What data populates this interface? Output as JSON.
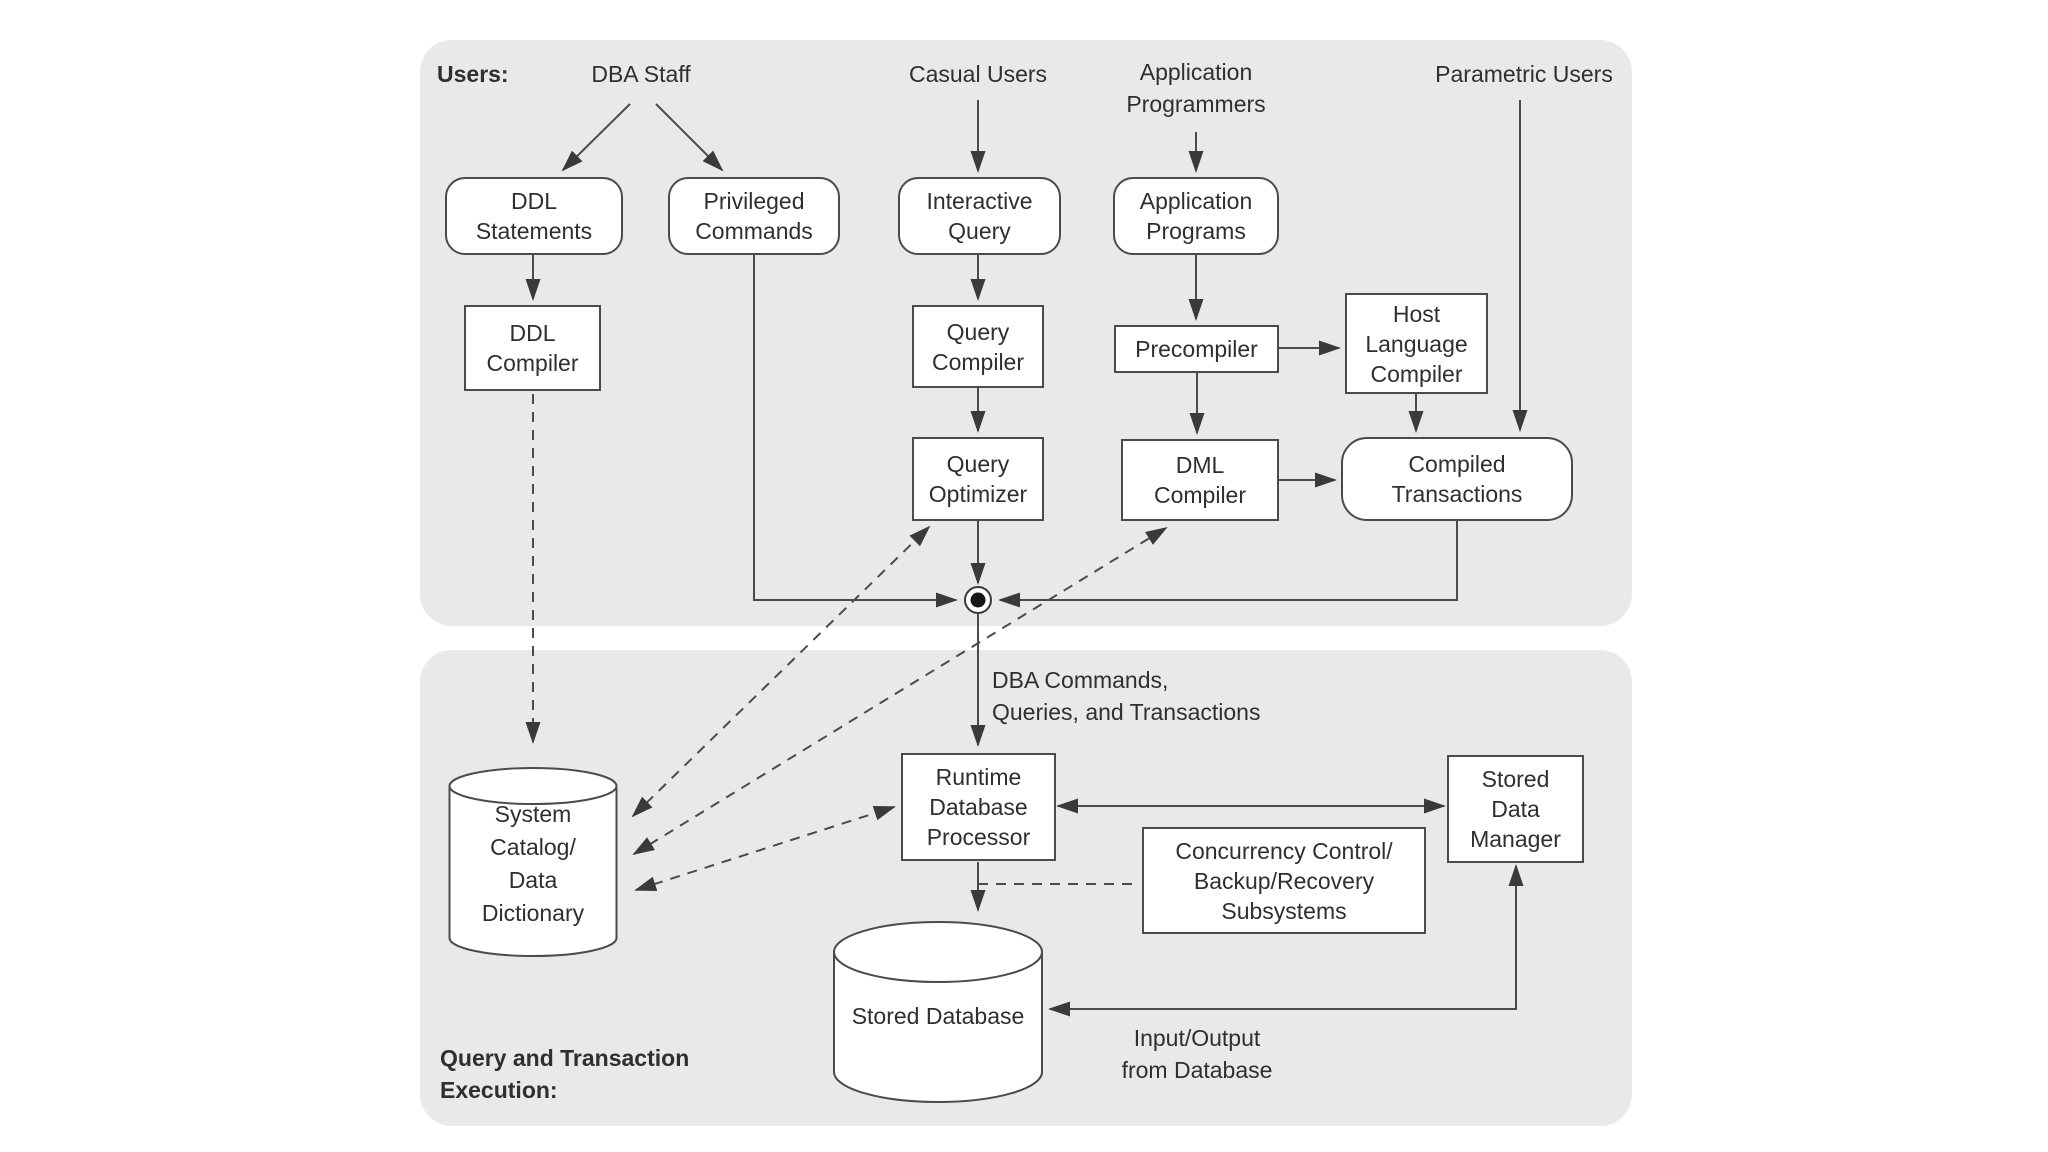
{
  "colors": {
    "panel_bg": "#e9e9e7",
    "box_fill": "#ffffff",
    "stroke": "#4b4b4b",
    "text": "#2f2f2f"
  },
  "labels": {
    "users": "Users:",
    "dba_staff": "DBA Staff",
    "casual_users": "Casual Users",
    "application_programmers": "Application\nProgrammers",
    "parametric_users": "Parametric Users",
    "dba_commands": "DBA Commands,\nQueries, and Transactions",
    "query_transaction_execution": "Query and Transaction\nExecution:",
    "input_output": "Input/Output\nfrom Database"
  },
  "nodes": {
    "ddl_statements": "DDL\nStatements",
    "privileged_commands": "Privileged\nCommands",
    "interactive_query": "Interactive\nQuery",
    "application_programs": "Application\nPrograms",
    "ddl_compiler": "DDL\nCompiler",
    "query_compiler": "Query\nCompiler",
    "precompiler": "Precompiler",
    "host_language_compiler": "Host\nLanguage\nCompiler",
    "query_optimizer": "Query\nOptimizer",
    "dml_compiler": "DML\nCompiler",
    "compiled_transactions": "Compiled\nTransactions",
    "runtime_database_processor": "Runtime\nDatabase\nProcessor",
    "stored_data_manager": "Stored\nData\nManager",
    "concurrency_subsystems": "Concurrency Control/\nBackup/Recovery\nSubsystems",
    "system_catalog": "System\nCatalog/\nData\nDictionary",
    "stored_database": "Stored Database"
  }
}
